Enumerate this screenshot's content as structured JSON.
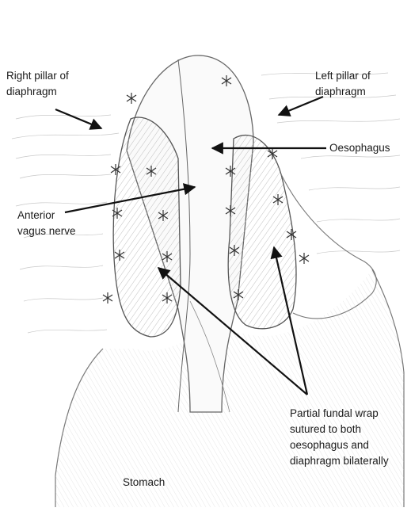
{
  "labels": {
    "right_pillar": "Right pillar of\ndiaphragm",
    "left_pillar": "Left pillar of\ndiaphragm",
    "oesophagus": "Oesophagus",
    "anterior_vagus": "Anterior\nvagus nerve",
    "partial_wrap": "Partial fundal wrap\nsutured to both\noesophagus and\ndiaphragm bilaterally",
    "stomach": "Stomach"
  },
  "colors": {
    "pencil": "#555555",
    "shade": "#9a9a9a",
    "arrow": "#111111",
    "text": "#1a1a1a"
  }
}
